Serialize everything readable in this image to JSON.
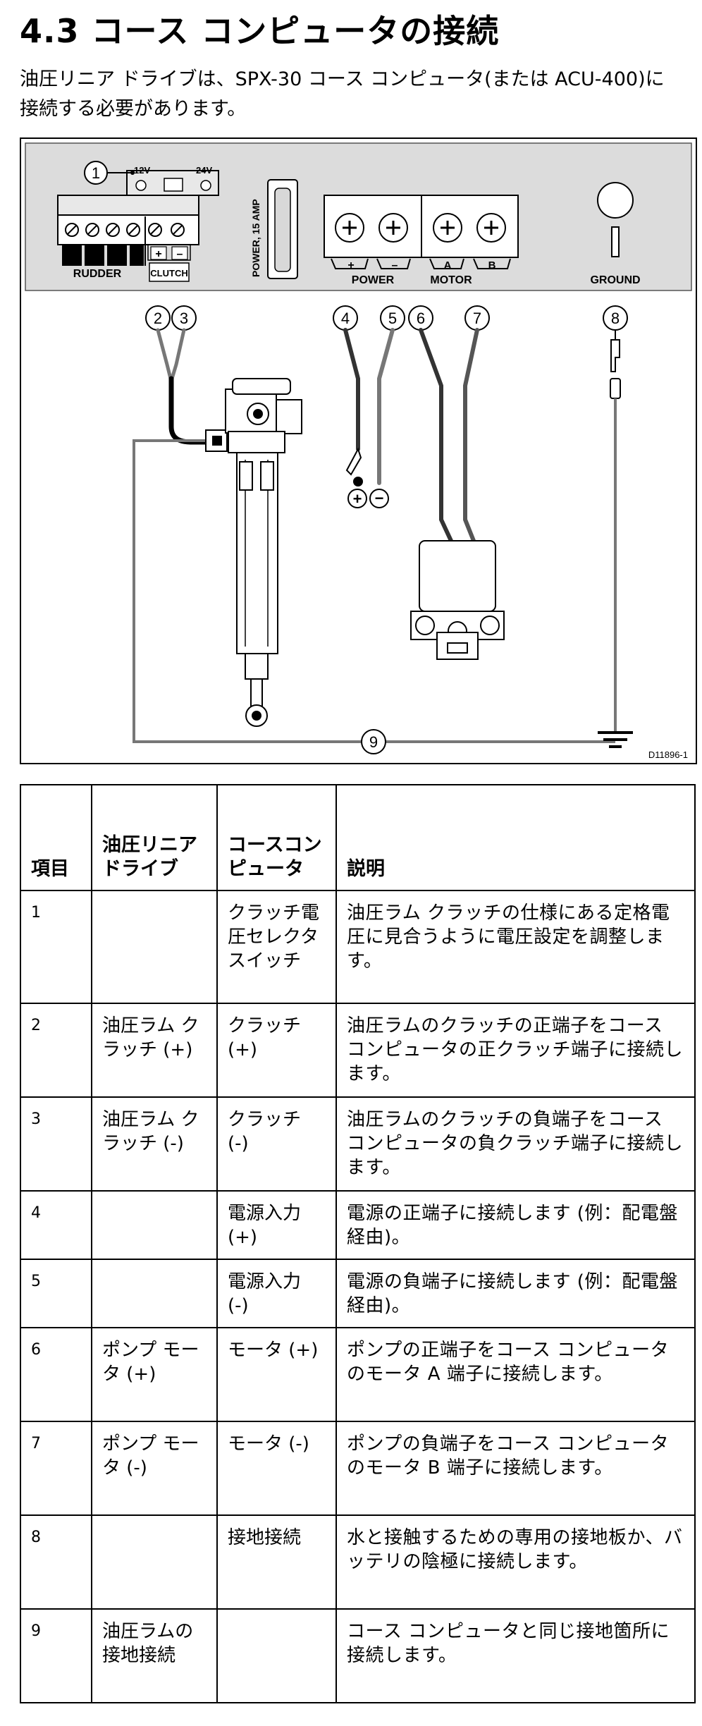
{
  "section_title": "4.3 コース コンピュータの接続",
  "intro": "油圧リニア ドライブは、SPX-30 コース コンピュータ(または ACU-400)に接続する必要があります。",
  "diagram": {
    "labels": {
      "v12": "12V",
      "v24": "24V",
      "rudder": "RUDDER",
      "clutch": "CLUTCH",
      "clutch_plus": "+",
      "clutch_minus": "–",
      "fuse": "POWER, 15 AMP",
      "power": "POWER",
      "motor": "MOTOR",
      "ground": "GROUND",
      "term_plus": "+",
      "term_minus": "–",
      "term_a": "A",
      "term_b": "B",
      "drawing_id": "D11896-1",
      "plus_symbol": "+",
      "minus_symbol": "−"
    },
    "callouts": [
      "1",
      "2",
      "3",
      "4",
      "5",
      "6",
      "7",
      "8",
      "9"
    ]
  },
  "table": {
    "headers": [
      "項目",
      "油圧リニア ドライブ",
      "コースコンピュータ",
      "説明"
    ],
    "rows": [
      {
        "item": "1",
        "drive": "",
        "computer": "クラッチ電圧セレクタ スイッチ",
        "desc": "油圧ラム クラッチの仕様にある定格電圧に見合うように電圧設定を調整します。"
      },
      {
        "item": "2",
        "drive": "油圧ラム クラッチ (+)",
        "computer": "クラッチ (+)",
        "desc": "油圧ラムのクラッチの正端子をコース コンピュータの正クラッチ端子に接続します。"
      },
      {
        "item": "3",
        "drive": "油圧ラム クラッチ (-)",
        "computer": "クラッチ (-)",
        "desc": "油圧ラムのクラッチの負端子をコース コンピュータの負クラッチ端子に接続します。"
      },
      {
        "item": "4",
        "drive": "",
        "computer": "電源入力 (+)",
        "desc": "電源の正端子に接続します (例：配電盤経由)。"
      },
      {
        "item": "5",
        "drive": "",
        "computer": "電源入力 (-)",
        "desc": "電源の負端子に接続します (例：配電盤経由)。"
      },
      {
        "item": "6",
        "drive": "ポンプ モータ (+)",
        "computer": "モータ (+)",
        "desc": "ポンプの正端子をコース コンピュータのモータ A 端子に接続します。"
      },
      {
        "item": "7",
        "drive": "ポンプ モータ (-)",
        "computer": "モータ (-)",
        "desc": "ポンプの負端子をコース コンピュータのモータ B 端子に接続します。"
      },
      {
        "item": "8",
        "drive": "",
        "computer": "接地接続",
        "desc": "水と接触するための専用の接地板か、バッテリの陰極に接続します。"
      },
      {
        "item": "9",
        "drive": "油圧ラムの接地接続",
        "computer": "",
        "desc": "コース コンピュータと同じ接地箇所に接続します。"
      }
    ]
  }
}
